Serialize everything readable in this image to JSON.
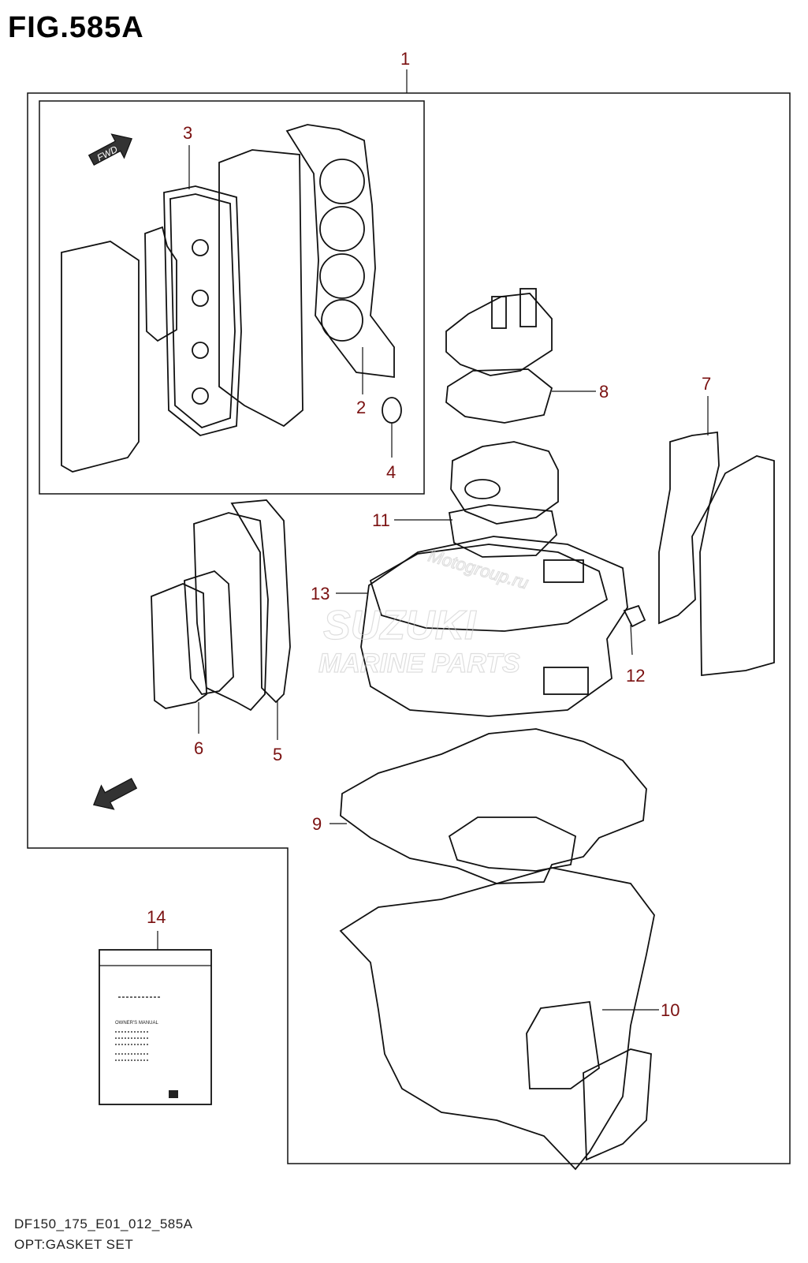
{
  "figure": {
    "title": "FIG.585A"
  },
  "footer": {
    "code": "DF150_175_E01_012_585A",
    "name": "OPT:GASKET SET"
  },
  "callouts": [
    "1",
    "2",
    "3",
    "4",
    "5",
    "6",
    "7",
    "8",
    "9",
    "10",
    "11",
    "12",
    "13",
    "14"
  ],
  "arrows": {
    "fwd_label": "FWD"
  },
  "watermark": {
    "brand": "SUZUKI",
    "subtitle": "MARINE PARTS",
    "site": "Motogroup.ru"
  },
  "manual": {
    "heading": "OWNER'S MANUAL"
  },
  "colors": {
    "callout": "#7a1010",
    "line": "#111111"
  }
}
